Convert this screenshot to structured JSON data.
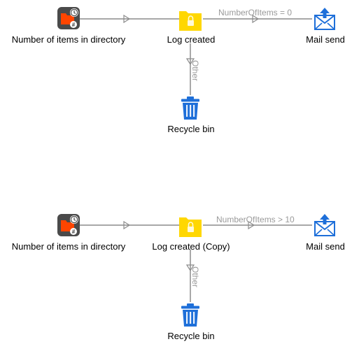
{
  "colors": {
    "connector": "#8c8c8c",
    "edge_label": "#9a9a9a",
    "timer_bg": "#4a4a4a",
    "timer_accent": "#ff4500",
    "folder": "#ffd700",
    "mail": "#1e6fd9",
    "bin": "#1e6fd9"
  },
  "flows": [
    {
      "source": {
        "label": "Number of items in directory",
        "icon": "timer-folder-icon"
      },
      "log": {
        "label": "Log created",
        "icon": "locked-folder-icon"
      },
      "mail": {
        "label": "Mail send",
        "icon": "mail-upload-icon"
      },
      "bin": {
        "label": "Recycle bin",
        "icon": "trash-icon"
      },
      "condition_label": "NumberOfItems = 0",
      "other_label": "Other"
    },
    {
      "source": {
        "label": "Number of items in directory",
        "icon": "timer-folder-icon"
      },
      "log": {
        "label": "Log created (Copy)",
        "icon": "locked-folder-icon"
      },
      "mail": {
        "label": "Mail send",
        "icon": "mail-upload-icon"
      },
      "bin": {
        "label": "Recycle bin",
        "icon": "trash-icon"
      },
      "condition_label": "NumberOfItems > 10",
      "other_label": "Other"
    }
  ]
}
